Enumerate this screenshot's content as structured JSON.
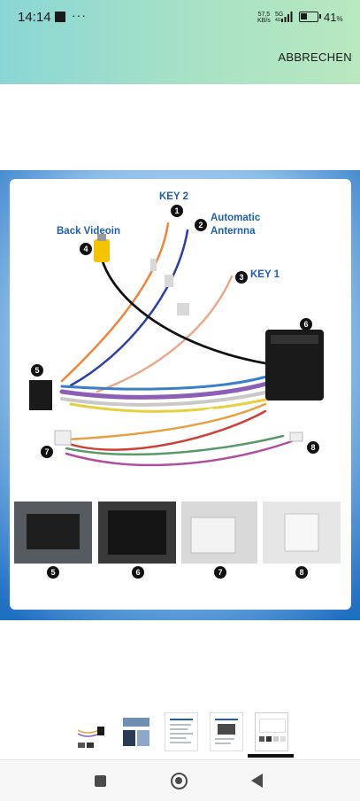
{
  "status": {
    "time": "14:14",
    "dots": "···",
    "speed_value": "57,5",
    "speed_unit": "KB/s",
    "network": "5G",
    "network_sub": "4G",
    "battery_level": 0.41,
    "battery_pct": "41",
    "battery_unit": "%"
  },
  "header": {
    "cancel_label": "ABBRECHEN"
  },
  "diagram": {
    "labels": {
      "key2": "KEY 2",
      "automatic_line1": "Automatic",
      "automatic_line2": "Anternna",
      "back_video": "Back Videoin",
      "key1": "KEY 1"
    },
    "markers": [
      "1",
      "2",
      "3",
      "4",
      "5",
      "6",
      "7",
      "8"
    ],
    "panel_numbers": [
      "5",
      "6",
      "7",
      "8"
    ],
    "colors": {
      "background_blue": "#1f6fc2",
      "label_blue": "#1f5fae",
      "marker": "#111111"
    }
  },
  "gallery": {
    "count": 5,
    "selected_index": 4
  },
  "icons": {
    "nav_recent": "square-icon",
    "nav_home": "home-circle-icon",
    "nav_back": "back-triangle-icon"
  }
}
